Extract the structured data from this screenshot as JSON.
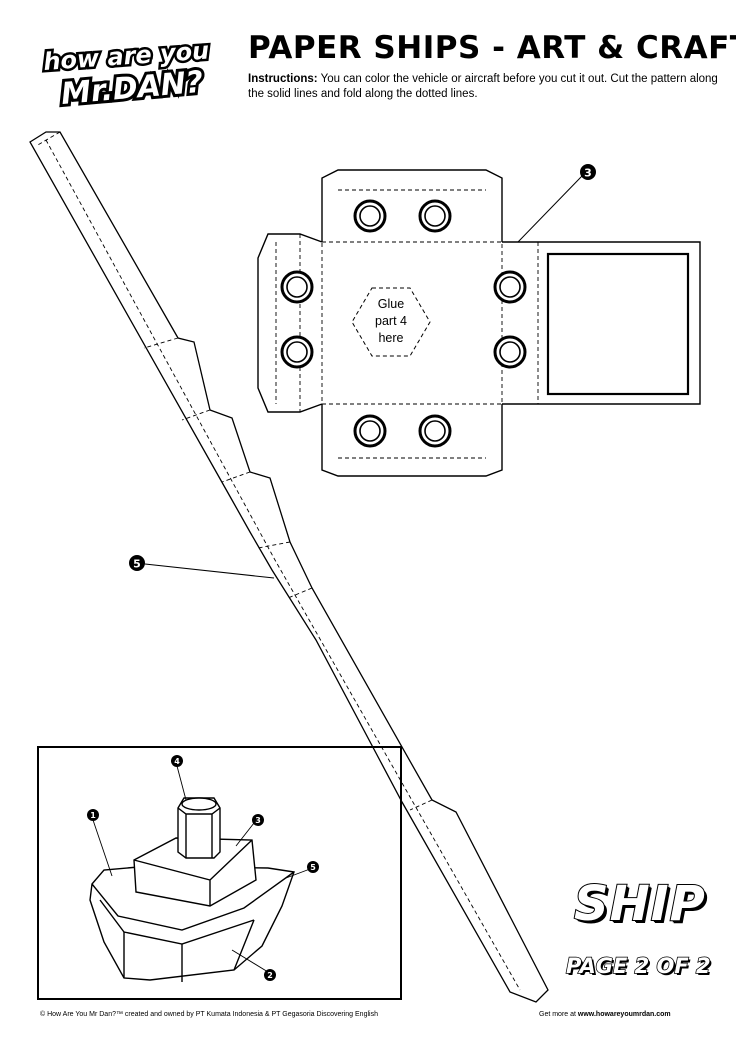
{
  "logo": {
    "line1": "how are you",
    "line2": "Mr.DAN?"
  },
  "header": {
    "title": "PAPER SHIPS - ART & CRAFT",
    "instructions_label": "Instructions:",
    "instructions_text": " You can color the vehicle or aircraft before you cut it out. Cut the pattern along the solid lines and fold along the dotted lines."
  },
  "parts": {
    "part3_callout": "3",
    "part5_callout": "5",
    "glue_line1": "Glue",
    "glue_line2": "part 4",
    "glue_line3": "here"
  },
  "assembly": {
    "callout_1": "1",
    "callout_2": "2",
    "callout_3": "3",
    "callout_4": "4",
    "callout_5": "5"
  },
  "badge": {
    "word": "SHIP",
    "page": "PAGE 2 OF 2"
  },
  "footer": {
    "copyright": "© How Are You Mr Dan?™ created and owned by PT Kumata Indonesia & PT Gegasoria Discovering English",
    "more_prefix": "Get more at ",
    "more_url": "www.howareyoumrdan.com"
  }
}
